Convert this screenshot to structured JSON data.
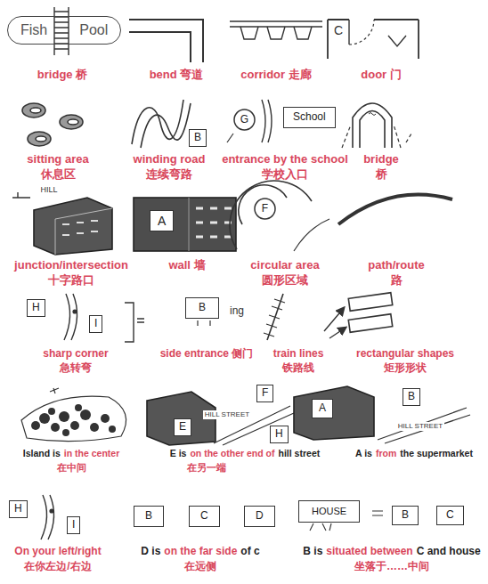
{
  "diagram": {
    "nodes": [
      {
        "text": [
          "Fish",
          "Pool"
        ]
      },
      {
        "text": [
          "B"
        ]
      },
      {
        "text": [
          "G"
        ]
      },
      {
        "text": [
          "School"
        ]
      },
      {
        "text": [
          "A"
        ]
      },
      {
        "text": [
          "F"
        ]
      },
      {
        "text": [
          "H"
        ]
      },
      {
        "text": [
          "I"
        ]
      },
      {
        "text": [
          "B"
        ]
      },
      {
        "text": [
          "E"
        ]
      },
      {
        "text": [
          "F"
        ]
      },
      {
        "text": [
          "H"
        ]
      },
      {
        "text": [
          "A"
        ]
      },
      {
        "text": [
          "B"
        ]
      },
      {
        "text": [
          "H"
        ]
      },
      {
        "text": [
          "I"
        ]
      },
      {
        "text": [
          "B"
        ]
      },
      {
        "text": [
          "C"
        ]
      },
      {
        "text": [
          "D"
        ]
      },
      {
        "text": [
          "HOUSE"
        ]
      },
      {
        "text": [
          "B"
        ]
      },
      {
        "text": [
          "C"
        ]
      }
    ],
    "labels": [
      "C",
      "HILL",
      "ing",
      "HILL STREET",
      "HILL STREET",
      "bridge 桥",
      "bend 弯道",
      "corridor 走廊",
      "door 门",
      "sitting area",
      "休息区",
      "winding road",
      "连续弯路",
      "entrance by the school",
      "学校入口",
      "bridge",
      "桥",
      "junction/intersection",
      "十字路口",
      "wall 墙",
      "circular area",
      "圆形区域",
      "path/route",
      "路",
      "sharp corner",
      "急转弯",
      "side entrance 侧门",
      "train lines",
      "铁路线",
      "rectangular shapes",
      "矩形形状",
      "Island is",
      "in the center",
      "在中间",
      "E is",
      "on the other end of",
      "hill street",
      "在另一端",
      "A is",
      "from",
      "the supermarket",
      "On your left/right",
      "在你左边/右边",
      "D is",
      "on the far side",
      "of c",
      "在远侧",
      "B is",
      "situated between",
      "C and house",
      "坐落于……中间"
    ]
  }
}
